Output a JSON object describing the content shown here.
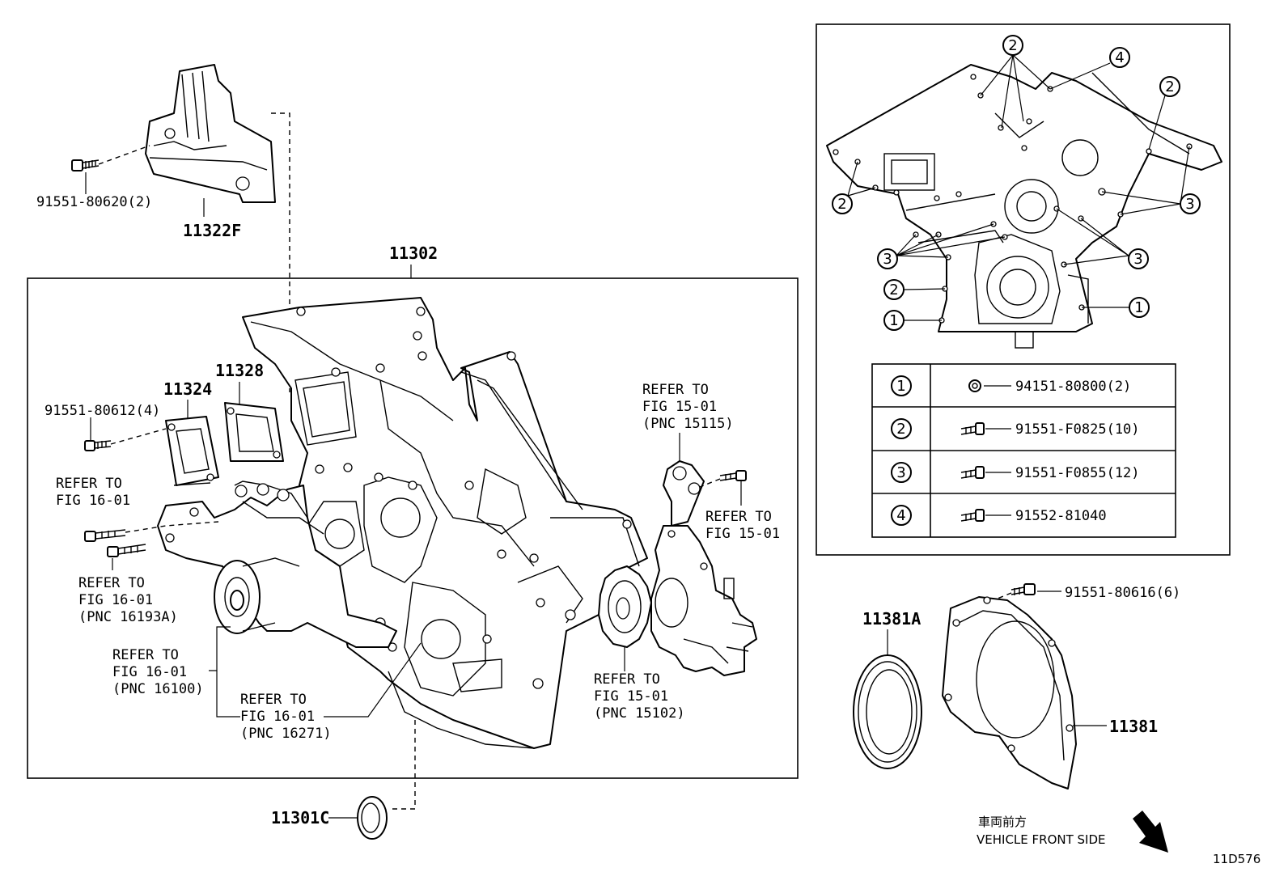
{
  "diagram_id": "11D576",
  "labels": {
    "p11322F": "11322F",
    "p91551_80620": "91551-80620(2)",
    "p11302": "11302",
    "p11324": "11324",
    "p11328": "11328",
    "p91551_80612": "91551-80612(4)",
    "p11301C": "11301C",
    "p11381A": "11381A",
    "p11381": "11381",
    "p91551_80616": "91551-80616(6)"
  },
  "refer_notes": [
    {
      "l1": "REFER TO",
      "l2": "FIG 16-01",
      "l3": ""
    },
    {
      "l1": "REFER TO",
      "l2": "FIG 16-01",
      "l3": "(PNC 16193A)"
    },
    {
      "l1": "REFER TO",
      "l2": "FIG 16-01",
      "l3": "(PNC 16100)"
    },
    {
      "l1": "REFER TO",
      "l2": "FIG 16-01",
      "l3": "(PNC 16271)"
    },
    {
      "l1": "REFER TO",
      "l2": "FIG 15-01",
      "l3": "(PNC 15115)"
    },
    {
      "l1": "REFER TO",
      "l2": "FIG 15-01",
      "l3": ""
    },
    {
      "l1": "REFER TO",
      "l2": "FIG 15-01",
      "l3": "(PNC 15102)"
    }
  ],
  "inset": {
    "callouts": [
      "1",
      "2",
      "3",
      "4"
    ],
    "table": [
      {
        "key": "1",
        "part": "94151-80800(2)"
      },
      {
        "key": "2",
        "part": "91551-F0825(10)"
      },
      {
        "key": "3",
        "part": "91551-F0855(12)"
      },
      {
        "key": "4",
        "part": "91552-81040"
      }
    ]
  },
  "direction": {
    "jp": "車両前方",
    "en": "VEHICLE FRONT SIDE"
  }
}
